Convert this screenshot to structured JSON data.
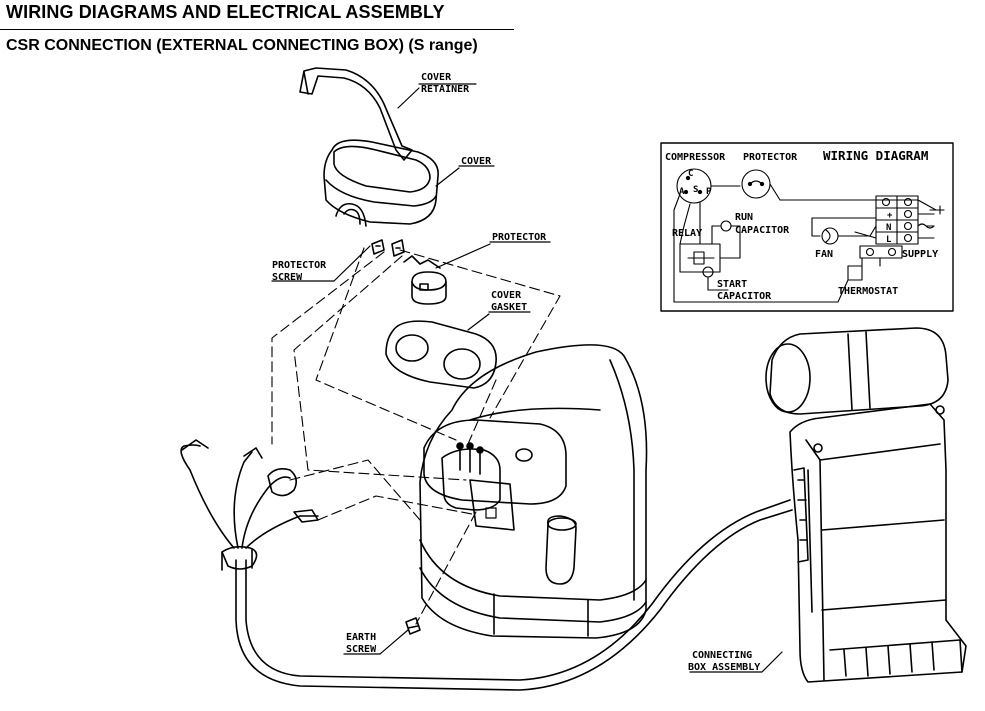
{
  "header": {
    "title": "WIRING DIAGRAMS AND ELECTRICAL ASSEMBLY",
    "subtitle": "CSR CONNECTION (EXTERNAL CONNECTING BOX) (S range)"
  },
  "labels": {
    "cover_retainer": [
      "COVER",
      "RETAINER"
    ],
    "cover": "COVER",
    "protector": "PROTECTOR",
    "protector_screw": [
      "PROTECTOR",
      "SCREW"
    ],
    "cover_gasket": [
      "COVER",
      "GASKET"
    ],
    "earth_screw": [
      "EARTH",
      "SCREW"
    ],
    "connecting_box": [
      "CONNECTING",
      "BOX ASSEMBLY"
    ]
  },
  "wiring": {
    "title": "WIRING DIAGRAM",
    "compressor": "COMPRESSOR",
    "protector": "PROTECTOR",
    "run_capacitor": [
      "RUN",
      "CAPACITOR"
    ],
    "relay": "RELAY",
    "start_capacitor": [
      "START",
      "CAPACITOR"
    ],
    "fan": "FAN",
    "supply": "SUPPLY",
    "thermostat": "THERMOSTAT",
    "terminals": {
      "c": "C",
      "a": "A",
      "s": "S",
      "p": "P",
      "earth": "+",
      "n": "N",
      "l": "L"
    }
  }
}
